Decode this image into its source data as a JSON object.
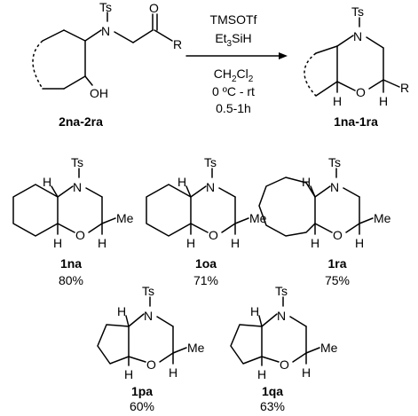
{
  "reaction": {
    "reactant_label": "2na-2ra",
    "product_label": "1na-1ra",
    "reagent_1": "TMSOTf",
    "reagent_2": "Et",
    "reagent_2_sub": "3",
    "reagent_2_tail": "SiH",
    "solvent": "CH",
    "solvent_sub1": "2",
    "solvent_mid": "Cl",
    "solvent_sub2": "2",
    "temperature": "0 ºC - rt",
    "time": "0.5-1h"
  },
  "atoms": {
    "tosyl": "Ts",
    "nitrogen": "N",
    "oxygen": "O",
    "hydroxyl": "OH",
    "hydrogen": "H",
    "r_group": "R",
    "methyl": "Me"
  },
  "compounds": [
    {
      "label": "1na",
      "yield": "80%"
    },
    {
      "label": "1oa",
      "yield": "71%"
    },
    {
      "label": "1ra",
      "yield": "75%"
    },
    {
      "label": "1pa",
      "yield": "60%"
    },
    {
      "label": "1qa",
      "yield": "63%"
    }
  ]
}
